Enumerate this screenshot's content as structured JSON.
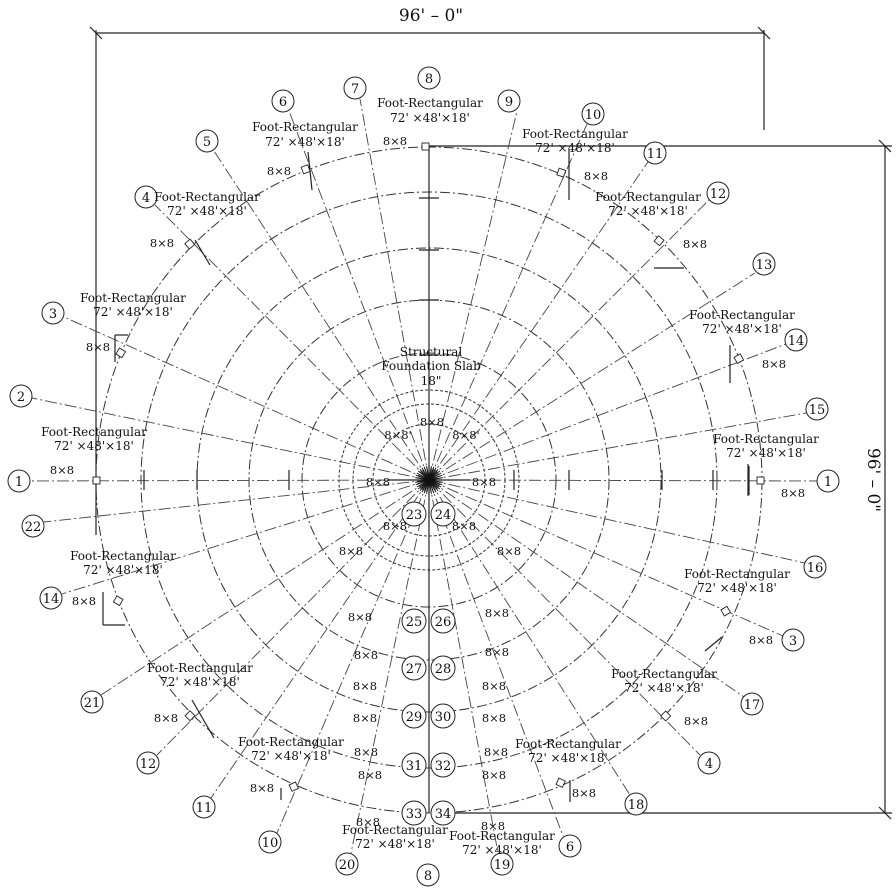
{
  "dimensions": {
    "top": "96' – 0\"",
    "right": "96' – 0\""
  },
  "slab": {
    "line1": "Structural",
    "line2": "Foundation Slab",
    "thickness": "18\""
  },
  "footing": {
    "name": "Foot-Rectangular",
    "size": "72' ×48'×18'"
  },
  "column_size": "8×8",
  "column_size_short": "8×8'",
  "grid_bubbles": [
    "1",
    "2",
    "3",
    "4",
    "5",
    "6",
    "7",
    "8",
    "9",
    "10",
    "11",
    "12",
    "13",
    "14",
    "15",
    "16",
    "17",
    "18",
    "19",
    "20",
    "21",
    "22",
    "23",
    "24",
    "25",
    "26",
    "27",
    "28",
    "29",
    "30",
    "31",
    "32",
    "33",
    "34"
  ]
}
